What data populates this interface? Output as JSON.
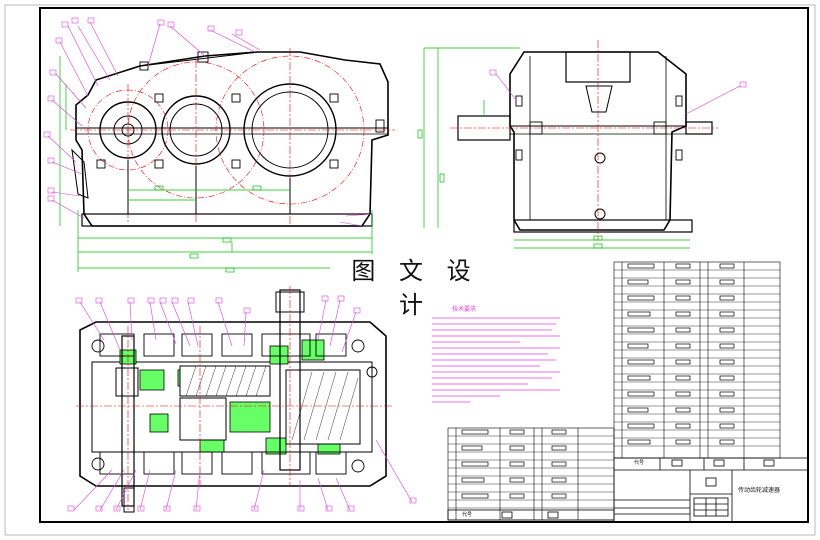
{
  "drawing": {
    "watermark": "图 文 设 计",
    "title_block_name": "传动齿轮减速器",
    "technical_requirements_heading": "技术要求",
    "daihao_label_left": "代号",
    "daihao_label_right": "代号"
  },
  "colors": {
    "outline": "#000000",
    "dimension": "#00c000",
    "centerline": "#ff0000",
    "leader": "#e040e0",
    "section_fill": "#66ff66",
    "background": "#ffffff"
  },
  "views": {
    "front": "front-elevation-gearbox",
    "side": "side-elevation-gearbox",
    "plan": "plan-section-gearbox"
  }
}
